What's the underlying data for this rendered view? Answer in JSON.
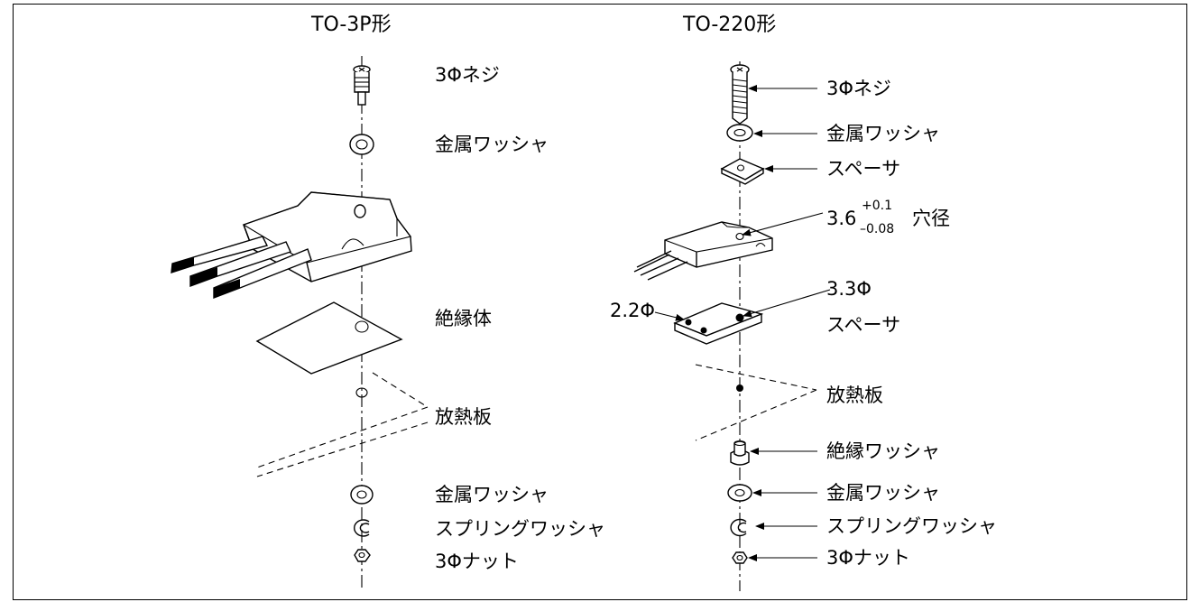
{
  "left": {
    "title": "TO-3P形",
    "parts": {
      "screw": "3Φネジ",
      "metal_washer_top": "金属ワッシャ",
      "insulator": "絶縁体",
      "heatsink": "放熱板",
      "metal_washer_bottom": "金属ワッシャ",
      "spring_washer": "スプリングワッシャ",
      "nut": "3Φナット"
    }
  },
  "right": {
    "title": "TO-220形",
    "parts": {
      "screw": "3Φネジ",
      "metal_washer_top": "金属ワッシャ",
      "spacer_top": "スペーサ",
      "hole_base": "3.6",
      "hole_tol_plus": "+0.1",
      "hole_tol_minus": "–0.08",
      "hole_label": "穴径",
      "spacer_hole_large": "3.3Φ",
      "spacer_hole_small": "2.2Φ",
      "spacer_bottom": "スペーサ",
      "heatsink": "放熱板",
      "insulating_washer": "絶縁ワッシャ",
      "metal_washer_bottom": "金属ワッシャ",
      "spring_washer": "スプリングワッシャ",
      "nut": "3Φナット"
    }
  }
}
